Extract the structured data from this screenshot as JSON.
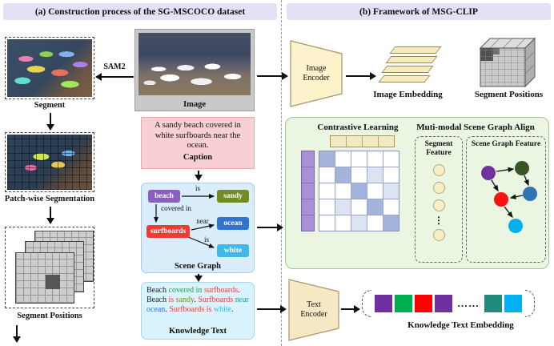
{
  "panel_a": {
    "title": "(a) Construction process of the SG-MSCOCO dataset",
    "sam2_label": "SAM2",
    "segment_label": "Segment",
    "patchwise_label": "Patch-wise Segmentation",
    "segment_positions_label": "Segment Positions",
    "image_label": "Image",
    "caption": {
      "text": "A sandy beach covered in white surfboards near the ocean.",
      "label": "Caption"
    },
    "scene_graph": {
      "label": "Scene Graph",
      "nodes": {
        "beach": {
          "text": "beach",
          "color": "#8a5fc2"
        },
        "sandy": {
          "text": "sandy",
          "color": "#748c1f"
        },
        "surfboards": {
          "text": "surfboards",
          "color": "#ef3b35"
        },
        "ocean": {
          "text": "ocean",
          "color": "#2f74d0"
        },
        "white": {
          "text": "white",
          "color": "#41b9e8"
        }
      },
      "edges": {
        "is1": "is",
        "covered_in": "covered in",
        "near": "near",
        "is2": "is"
      }
    },
    "knowledge_text": {
      "label": "Knowledge Text",
      "segments": [
        {
          "text": "Beach ",
          "color": "#222222"
        },
        {
          "text": "covered in ",
          "color": "#2e9e4f"
        },
        {
          "text": "surfboards",
          "color": "#ef3b35"
        },
        {
          "text": ". ",
          "color": "#222222"
        },
        {
          "text": "Beach ",
          "color": "#222222"
        },
        {
          "text": "is ",
          "color": "#ef3b35"
        },
        {
          "text": "sandy",
          "color": "#748c1f"
        },
        {
          "text": ". ",
          "color": "#222222"
        },
        {
          "text": "Surfboards ",
          "color": "#ef3b35"
        },
        {
          "text": "near ",
          "color": "#1f9e8e"
        },
        {
          "text": "ocean",
          "color": "#2f74d0"
        },
        {
          "text": ". ",
          "color": "#222222"
        },
        {
          "text": "Surfboards ",
          "color": "#ef3b35"
        },
        {
          "text": "is ",
          "color": "#ef3b35"
        },
        {
          "text": "white",
          "color": "#41b9e8"
        },
        {
          "text": ".",
          "color": "#222222"
        }
      ]
    }
  },
  "panel_b": {
    "title": "(b) Framework of MSG-CLIP",
    "image_encoder_label": "Image Encoder",
    "text_encoder_label": "Text Encoder",
    "image_embedding_label": "Image Embedding",
    "segment_positions_label": "Segment Positions",
    "knowledge_text_embedding_label": "Knowledge Text Embedding",
    "green_box": {
      "contrastive_label": "Contrastive Learning",
      "align_label": "Muti-modal Scene Graph Align",
      "segment_feature_label": "Segment Feature",
      "scene_graph_feature_label": "Scene Graph Feature"
    },
    "matrix": {
      "pattern": [
        [
          2,
          0,
          0,
          0,
          0
        ],
        [
          0,
          2,
          0,
          1,
          0
        ],
        [
          0,
          0,
          2,
          0,
          1
        ],
        [
          0,
          1,
          0,
          2,
          0
        ],
        [
          0,
          0,
          1,
          0,
          2
        ]
      ],
      "cell_colors": {
        "0": "#ffffff",
        "1": "#dce3f2",
        "2": "#a3b4dd"
      },
      "row_vector_cells": 4,
      "row_vector_color": "#f3eac2",
      "col_vector_cells": 5,
      "col_vector_color": "#a88fd6"
    },
    "segment_feature": {
      "circle_color": "#f8efc6",
      "circles_before_dots": 3,
      "circles_after_dots": 1,
      "vdots": "⋮"
    },
    "scene_graph_feature": {
      "node_colors": {
        "purple": "#7030a0",
        "green": "#375623",
        "blue": "#2e75b6",
        "red": "#ff1111",
        "cyan": "#00b0f0"
      }
    },
    "embedding": {
      "left_colors": [
        "#7030a0",
        "#00b050",
        "#ff0000",
        "#7030a0"
      ],
      "dots": "……",
      "right_colors": [
        "#1f8a7d",
        "#00b0f0"
      ]
    }
  }
}
